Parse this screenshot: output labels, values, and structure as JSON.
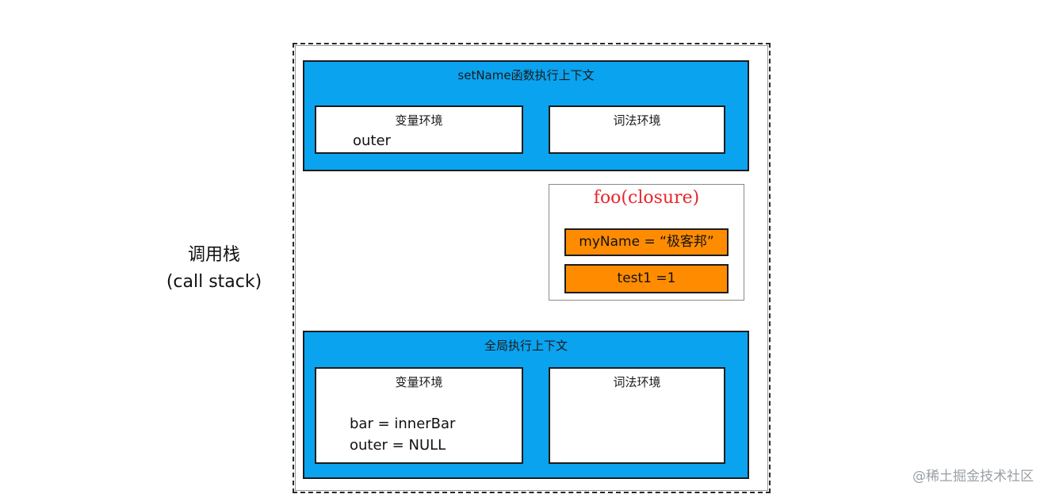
{
  "call_stack_label": {
    "line1": "调用栈",
    "line2": "(call stack)"
  },
  "set_name_context": {
    "title": "setName函数执行上下文",
    "variable_env": {
      "title": "变量环境",
      "entries": [
        "outer"
      ]
    },
    "lexical_env": {
      "title": "词法环境"
    }
  },
  "closure": {
    "title": "foo(closure)",
    "items": [
      "myName = “极客邦”",
      "test1 =1"
    ]
  },
  "global_context": {
    "title": "全局执行上下文",
    "variable_env": {
      "title": "变量环境",
      "entries": [
        "bar =  innerBar",
        "outer = NULL"
      ]
    },
    "lexical_env": {
      "title": "词法环境"
    }
  },
  "watermark": "@稀土掘金技术社区",
  "colors": {
    "context_fill": "#0aa3ef",
    "closure_title": "#e8262b",
    "closure_item_fill": "#ff8c00"
  }
}
